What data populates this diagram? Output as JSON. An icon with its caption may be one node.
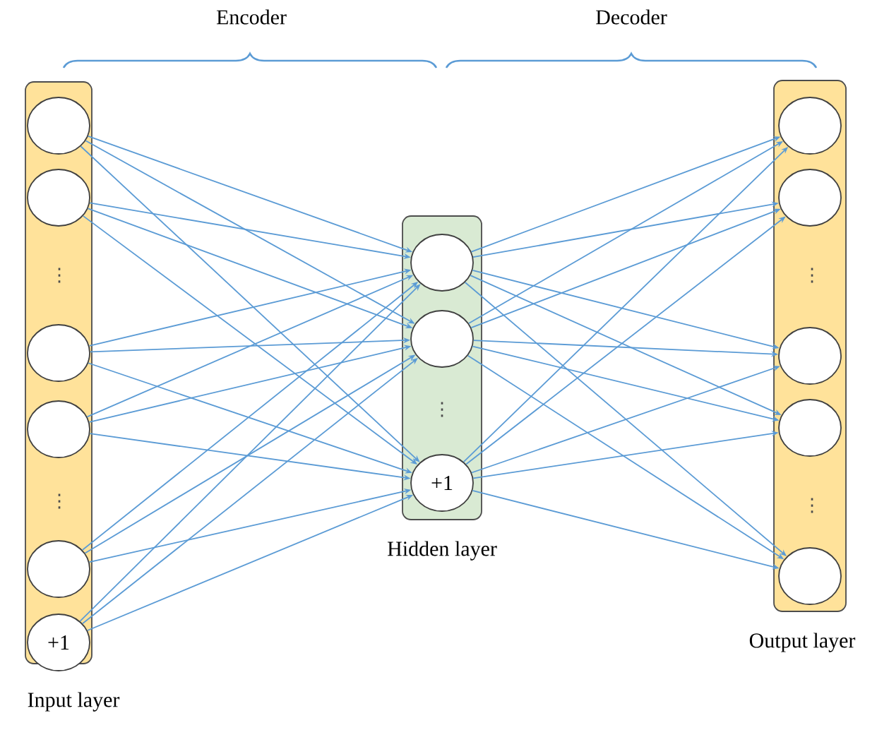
{
  "diagram": {
    "nodes": [
      {
        "text": [
          "Input layer"
        ]
      },
      {
        "text": [],
        "shape": "circle",
        "in": 0
      },
      {
        "text": [],
        "shape": "circle",
        "in": 0
      },
      {
        "text": [],
        "shape": "circle",
        "in": 0
      },
      {
        "text": [],
        "shape": "circle",
        "in": 0
      },
      {
        "text": [],
        "shape": "circle",
        "in": 0
      },
      {
        "text": [
          "+1"
        ],
        "in": 0
      },
      {
        "text": [
          "Hidden layer"
        ]
      },
      {
        "text": [],
        "shape": "circle",
        "in": 7
      },
      {
        "text": [],
        "shape": "circle",
        "in": 7
      },
      {
        "text": [
          "+1"
        ],
        "in": 7
      },
      {
        "text": [
          "Output layer"
        ]
      },
      {
        "text": [],
        "shape": "circle",
        "in": 11
      },
      {
        "text": [],
        "shape": "circle",
        "in": 11
      },
      {
        "text": [],
        "shape": "circle",
        "in": 11
      },
      {
        "text": [],
        "shape": "circle",
        "in": 11
      },
      {
        "text": [],
        "shape": "circle",
        "in": 11
      }
    ],
    "edges": [
      {
        "from": 1,
        "to": 8,
        "arrow": "to"
      },
      {
        "from": 1,
        "to": 9,
        "arrow": "to"
      },
      {
        "from": 1,
        "to": 10,
        "arrow": "to"
      },
      {
        "from": 2,
        "to": 8,
        "arrow": "to"
      },
      {
        "from": 2,
        "to": 9,
        "arrow": "to"
      },
      {
        "from": 2,
        "to": 10,
        "arrow": "to"
      },
      {
        "from": 3,
        "to": 8,
        "arrow": "to"
      },
      {
        "from": 3,
        "to": 9,
        "arrow": "to"
      },
      {
        "from": 3,
        "to": 10,
        "arrow": "to"
      },
      {
        "from": 4,
        "to": 8,
        "arrow": "to"
      },
      {
        "from": 4,
        "to": 9,
        "arrow": "to"
      },
      {
        "from": 4,
        "to": 10,
        "arrow": "to"
      },
      {
        "from": 5,
        "to": 8,
        "arrow": "to"
      },
      {
        "from": 5,
        "to": 9,
        "arrow": "to"
      },
      {
        "from": 5,
        "to": 10,
        "arrow": "to"
      },
      {
        "from": 6,
        "to": 8,
        "arrow": "to"
      },
      {
        "from": 6,
        "to": 9,
        "arrow": "to"
      },
      {
        "from": 6,
        "to": 10,
        "arrow": "to"
      },
      {
        "from": 8,
        "to": 12,
        "arrow": "to"
      },
      {
        "from": 8,
        "to": 13,
        "arrow": "to"
      },
      {
        "from": 8,
        "to": 14,
        "arrow": "to"
      },
      {
        "from": 8,
        "to": 15,
        "arrow": "to"
      },
      {
        "from": 8,
        "to": 16,
        "arrow": "to"
      },
      {
        "from": 9,
        "to": 12,
        "arrow": "to"
      },
      {
        "from": 9,
        "to": 13,
        "arrow": "to"
      },
      {
        "from": 9,
        "to": 14,
        "arrow": "to"
      },
      {
        "from": 9,
        "to": 15,
        "arrow": "to"
      },
      {
        "from": 9,
        "to": 16,
        "arrow": "to"
      },
      {
        "from": 10,
        "to": 12,
        "arrow": "to"
      },
      {
        "from": 10,
        "to": 13,
        "arrow": "to"
      },
      {
        "from": 10,
        "to": 14,
        "arrow": "to"
      },
      {
        "from": 10,
        "to": 15,
        "arrow": "to"
      },
      {
        "from": 10,
        "to": 16,
        "arrow": "to"
      }
    ],
    "labels": [
      "Encoder",
      "Decoder",
      "⋮",
      "⋮",
      "⋮",
      "⋮",
      "⋮"
    ]
  }
}
